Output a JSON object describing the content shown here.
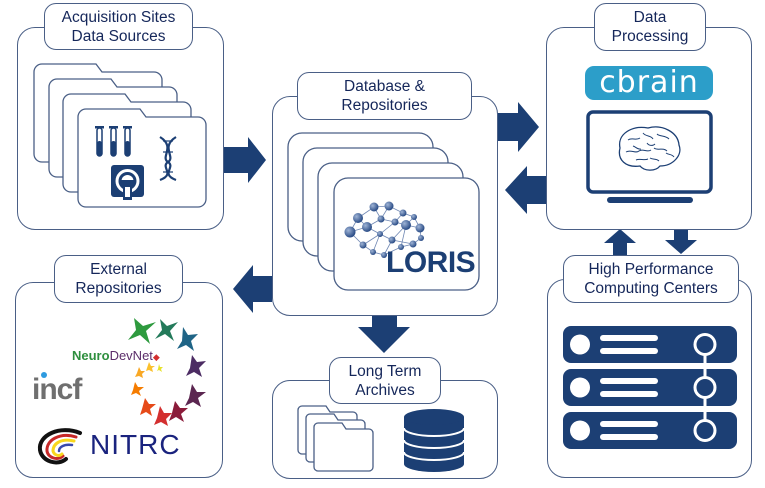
{
  "colors": {
    "primary": "#1c3f74",
    "outline": "#4a5f86",
    "text": "#15275a",
    "cbrain": "#2c9ec9",
    "neurodevnet_green": "#2e8f3e",
    "neurodevnet_purple": "#5b2d6a",
    "incf_gray": "#6f6f6f",
    "incf_dot": "#2e9be0",
    "nitrc_text": "#1a237e"
  },
  "nodes": {
    "acquisition": {
      "label_lines": [
        "Acquisition Sites",
        "Data Sources"
      ],
      "icons": [
        "test-tubes-icon",
        "mri-scanner-icon",
        "dna-icon",
        "folder-stack-icon"
      ]
    },
    "database": {
      "label_lines": [
        "Database &",
        "Repositories"
      ],
      "logo_text": "LORIS",
      "icons": [
        "network-brain-icon",
        "folder-stack-icon"
      ]
    },
    "processing": {
      "label_lines": [
        "Data",
        "Processing"
      ],
      "logo_text": "cbrain",
      "icons": [
        "monitor-icon",
        "brain-icon"
      ]
    },
    "hpc": {
      "label_lines": [
        "High Performance",
        "Computing Centers"
      ],
      "icons": [
        "server-rack-icon"
      ]
    },
    "external": {
      "label_lines": [
        "External",
        "Repositories"
      ],
      "logos": {
        "neurodevnet_bold": "Neuro",
        "neurodevnet_rest": "DevNet",
        "incf": "incf",
        "nitrc": "NITRC"
      }
    },
    "archives": {
      "label_lines": [
        "Long Term",
        "Archives"
      ],
      "icons": [
        "folder-stack-icon",
        "database-cylinder-icon"
      ]
    }
  },
  "edges": [
    {
      "from": "acquisition",
      "to": "database",
      "direction": "right"
    },
    {
      "from": "database",
      "to": "processing",
      "direction": "right"
    },
    {
      "from": "processing",
      "to": "database",
      "direction": "left"
    },
    {
      "from": "database",
      "to": "external",
      "direction": "left"
    },
    {
      "from": "database",
      "to": "archives",
      "direction": "down"
    },
    {
      "from": "hpc",
      "to": "processing",
      "direction": "up"
    },
    {
      "from": "processing",
      "to": "hpc",
      "direction": "down"
    }
  ]
}
